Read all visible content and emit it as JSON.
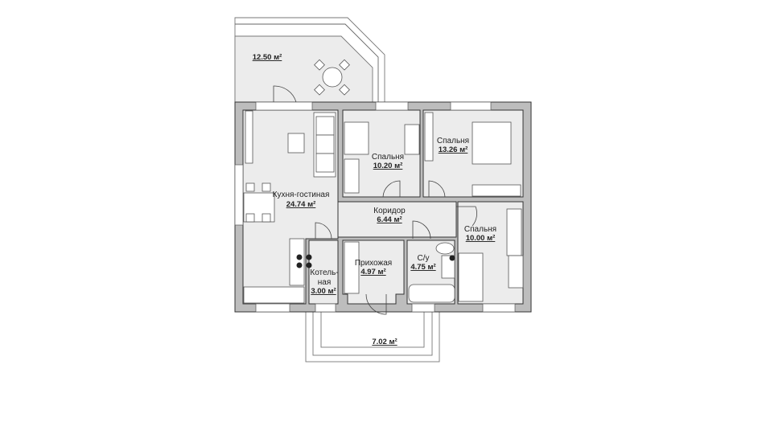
{
  "plan": {
    "rooms": [
      {
        "name": "Кухня-гостиная",
        "area": "24.74 м²"
      },
      {
        "name": "Спальня",
        "area": "10.20 м²"
      },
      {
        "name": "Спальня",
        "area": "13.26 м²"
      },
      {
        "name": "Коридор",
        "area": "6.44 м²"
      },
      {
        "name": "Спальня",
        "area": "10.00 м²"
      },
      {
        "name": "Прихожая",
        "area": "4.97 м²"
      },
      {
        "name": "С/у",
        "area": "4.75 м²"
      },
      {
        "name_line1": "Котель-",
        "name_line2": "ная",
        "area": "3.00 м²"
      }
    ],
    "terraces": [
      {
        "area": "12.50 м²"
      },
      {
        "area": "7.02 м²"
      }
    ]
  }
}
